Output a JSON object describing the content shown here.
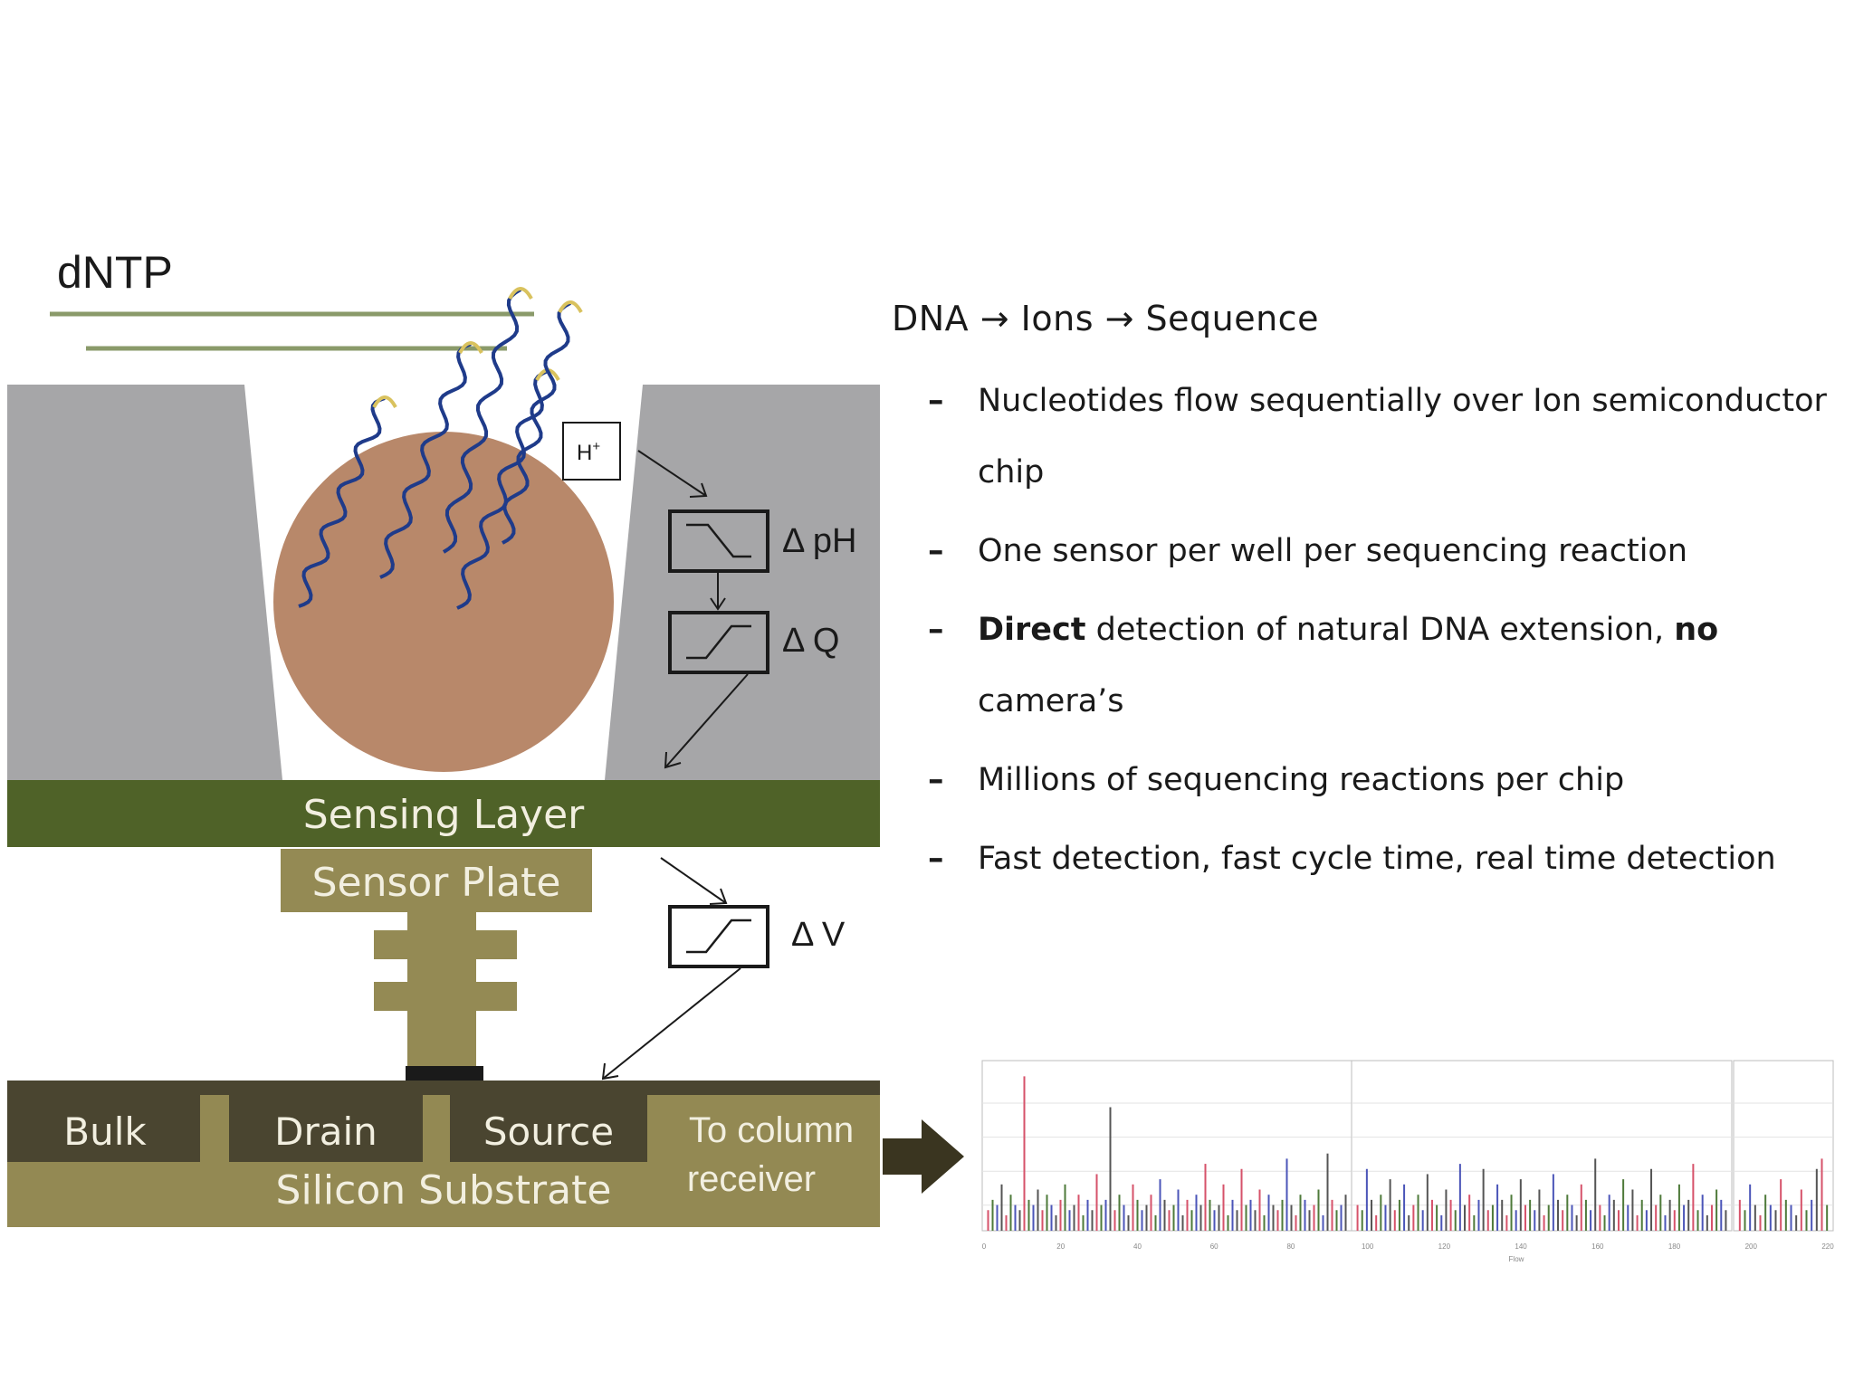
{
  "diagram": {
    "dntp_label": "dNTP",
    "h_ion_label": "H",
    "h_ion_sup": "+",
    "delta_ph_label": "Δ pH",
    "delta_q_label": "Δ Q",
    "delta_v_label": "Δ V",
    "sensing_layer_label": "Sensing Layer",
    "sensor_plate_label": "Sensor Plate",
    "bulk_label": "Bulk",
    "drain_label": "Drain",
    "source_label": "Source",
    "silicon_substrate_label": "Silicon Substrate",
    "to_column_receiver_line1": "To column",
    "to_column_receiver_line2": "receiver",
    "colors": {
      "well_wall": "#a6a6a8",
      "bead": "#b8886a",
      "sensing_layer": "#4f6228",
      "sensor_plate": "#948a54",
      "substrate": "#938953",
      "transistor_dark": "#4a4530",
      "dna_strand": "#1f3b8a",
      "dna_tip": "#d9c25e",
      "arrow_dark": "#3a3520"
    }
  },
  "bullets": {
    "heading": "DNA → Ions → Sequence",
    "items": [
      {
        "segments": [
          {
            "text": "Nucleotides flow sequentially over Ion semiconductor chip",
            "bold": false
          }
        ]
      },
      {
        "segments": [
          {
            "text": "One sensor per well per sequencing reaction",
            "bold": false
          }
        ]
      },
      {
        "segments": [
          {
            "text": "Direct",
            "bold": true
          },
          {
            "text": " detection of natural DNA extension, ",
            "bold": false
          },
          {
            "text": "no",
            "bold": true
          },
          {
            "text": " camera’s",
            "bold": false
          }
        ]
      },
      {
        "segments": [
          {
            "text": "Millions of sequencing reactions per chip",
            "bold": false
          }
        ]
      },
      {
        "segments": [
          {
            "text": "Fast detection, fast cycle time, real time detection",
            "bold": false
          }
        ]
      }
    ]
  },
  "chart_data": {
    "type": "bar",
    "x_tick_labels": [
      "0",
      "20",
      "40",
      "60",
      "80",
      "100",
      "120",
      "140",
      "160",
      "180",
      "200",
      "220"
    ],
    "xlabel": "Flow",
    "ylabel": "",
    "grid": true,
    "series_colors": [
      "#d6526a",
      "#4e7a3a",
      "#4b55b8",
      "#555555"
    ],
    "panels": [
      {
        "flow_range": [
          0,
          100
        ],
        "values": [
          0.4,
          0.6,
          0.5,
          0.9,
          0.3,
          0.7,
          0.5,
          0.4,
          3.0,
          0.6,
          0.5,
          0.8,
          0.4,
          0.7,
          0.5,
          0.3,
          0.6,
          0.9,
          0.4,
          0.5,
          0.7,
          0.3,
          0.6,
          0.4,
          1.1,
          0.5,
          0.6,
          2.4,
          0.4,
          0.7,
          0.5,
          0.3,
          0.9,
          0.6,
          0.4,
          0.5,
          0.7,
          0.3,
          1.0,
          0.6,
          0.4,
          0.5,
          0.8,
          0.3,
          0.6,
          0.4,
          0.7,
          0.5,
          1.3,
          0.6,
          0.4,
          0.5,
          0.9,
          0.3,
          0.6,
          0.4,
          1.2,
          0.5,
          0.6,
          0.4,
          0.8,
          0.3,
          0.7,
          0.5,
          0.4,
          0.6,
          1.4,
          0.5,
          0.3,
          0.7,
          0.6,
          0.4,
          0.5,
          0.8,
          0.3,
          1.5,
          0.6,
          0.4,
          0.5,
          0.7
        ]
      },
      {
        "flow_range": [
          100,
          200
        ],
        "values": [
          0.5,
          0.4,
          1.2,
          0.6,
          0.3,
          0.7,
          0.5,
          1.0,
          0.4,
          0.6,
          0.9,
          0.3,
          0.5,
          0.7,
          0.4,
          1.1,
          0.6,
          0.5,
          0.3,
          0.8,
          0.6,
          0.4,
          1.3,
          0.5,
          0.7,
          0.3,
          0.6,
          1.2,
          0.4,
          0.5,
          0.9,
          0.6,
          0.3,
          0.7,
          0.4,
          1.0,
          0.5,
          0.6,
          0.4,
          0.8,
          0.3,
          0.5,
          1.1,
          0.6,
          0.4,
          0.7,
          0.5,
          0.3,
          0.9,
          0.6,
          0.4,
          1.4,
          0.5,
          0.3,
          0.7,
          0.6,
          0.4,
          1.0,
          0.5,
          0.8,
          0.3,
          0.6,
          0.4,
          1.2,
          0.5,
          0.7,
          0.3,
          0.6,
          0.4,
          0.9,
          0.5,
          0.6,
          1.3,
          0.4,
          0.7,
          0.3,
          0.5,
          0.8,
          0.6,
          0.4
        ]
      },
      {
        "flow_range": [
          200,
          220
        ],
        "values": [
          0.6,
          0.4,
          0.9,
          0.5,
          0.3,
          0.7,
          0.5,
          0.4,
          1.0,
          0.6,
          0.5,
          0.3,
          0.8,
          0.4,
          0.6,
          1.2,
          1.4,
          0.5
        ]
      }
    ]
  }
}
